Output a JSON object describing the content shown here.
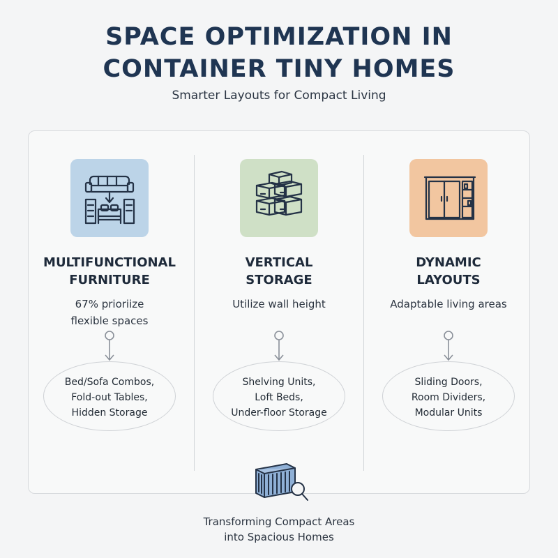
{
  "header": {
    "title_line1": "SPACE OPTIMIZATION IN",
    "title_line2": "CONTAINER TINY HOMES",
    "subtitle": "Smarter Layouts for Compact Living"
  },
  "columns": [
    {
      "icon": "sofa-bed-furniture-icon",
      "icon_bg": "#bcd4e8",
      "title_line1": "MULTIFUNCTIONAL",
      "title_line2": "FURNITURE",
      "desc_line1": "67% prioriize",
      "desc_line2": "flexible spaces",
      "items": [
        "Bed/Sofa Combos,",
        "Fold-out Tables,",
        "Hidden Storage"
      ]
    },
    {
      "icon": "stacked-boxes-icon",
      "icon_bg": "#cfe0c6",
      "title_line1": "VERTICAL",
      "title_line2": "STORAGE",
      "desc_line1": "Utilize wall height",
      "desc_line2": "",
      "items": [
        "Shelving Units,",
        "Loft Beds,",
        "Under-floor Storage"
      ]
    },
    {
      "icon": "wardrobe-shelving-icon",
      "icon_bg": "#f2c6a0",
      "title_line1": "DYNAMIC",
      "title_line2": "LAYOUTS",
      "desc_line1": "Adaptable living areas",
      "desc_line2": "",
      "items": [
        "Sliding Doors,",
        "Room Dividers,",
        "Modular Units"
      ]
    }
  ],
  "footer": {
    "icon": "shipping-container-magnifier-icon",
    "line1": "Transforming Compact Areas",
    "line2": "into Spacious Homes"
  },
  "colors": {
    "title": "#1f3552",
    "icon_stroke": "#243246",
    "container_blue": "#8fb0d6"
  }
}
